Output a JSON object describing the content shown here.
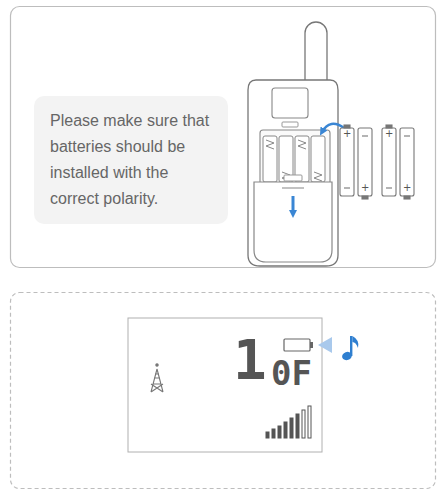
{
  "diagram": {
    "nodes": [
      {
        "text": [
          "Please make sure that batteries should be installed with the correct polarity."
        ]
      }
    ],
    "labels": [
      "+",
      "+",
      "+",
      "+",
      "1",
      "0F"
    ]
  }
}
